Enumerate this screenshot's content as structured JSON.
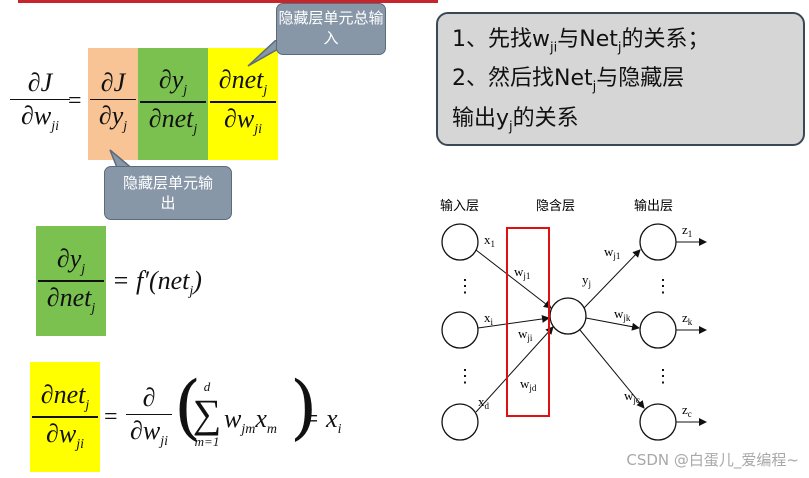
{
  "callouts": {
    "hidden_input": "隐藏层单元总输入",
    "hidden_output": "隐藏层单元输出"
  },
  "note": {
    "line1_pre": "1、先找w",
    "line1_sub1": "ji",
    "line1_mid": "与Net",
    "line1_sub2": "j",
    "line1_post": "的关系；",
    "line2_pre": "2、然后找Net",
    "line2_sub": "j",
    "line2_post": "与隐藏层",
    "line3_pre": "输出y",
    "line3_sub": "j",
    "line3_post": "的关系"
  },
  "eq1": {
    "lhs_num": "∂J",
    "lhs_den": "∂w",
    "lhs_den_sub": "ji",
    "f1_num": "∂J",
    "f1_den": "∂y",
    "f1_den_sub": "j",
    "f2_num": "∂y",
    "f2_num_sub": "j",
    "f2_den": "∂net",
    "f2_den_sub": "j",
    "f3_num": "∂net",
    "f3_num_sub": "j",
    "f3_den": "∂w",
    "f3_den_sub": "ji",
    "eq": "="
  },
  "eq2": {
    "num": "∂y",
    "num_sub": "j",
    "den": "∂net",
    "den_sub": "j",
    "rhs": "= f′(net",
    "rhs_sub": "j",
    "rhs_close": ")"
  },
  "eq3": {
    "num": "∂net",
    "num_sub": "j",
    "den": "∂w",
    "den_sub": "ji",
    "eq": "=",
    "d_num": "∂",
    "d_den": "∂w",
    "d_den_sub": "ji",
    "sum_top": "d",
    "sum_sym": "∑",
    "sum_bottom": "m=1",
    "term": "w",
    "term_sub": "jm",
    "term2": "x",
    "term2_sub": "m",
    "result": "= x",
    "result_sub": "i"
  },
  "network": {
    "input_label": "输入层",
    "hidden_label": "隐含层",
    "output_label": "输出层",
    "x1": "x",
    "x1_sub": "1",
    "xi": "x",
    "xi_sub": "i",
    "xd": "x",
    "xd_sub": "d",
    "wj1": "w",
    "wj1_sub": "j1",
    "wji": "w",
    "wji_sub": "ji",
    "wjd": "w",
    "wjd_sub": "jd",
    "yj": "y",
    "yj_sub": "j",
    "wjk1": "w",
    "wjk1_sub": "j1",
    "wjk": "w",
    "wjk_sub": "jk",
    "wjc": "w",
    "wjc_sub": "jc",
    "z1": "z",
    "z1_sub": "1",
    "zk": "z",
    "zk_sub": "k",
    "zc": "z",
    "zc_sub": "c",
    "dots": "⋮"
  },
  "colors": {
    "orange": "#f8c496",
    "green": "#7ac150",
    "yellow": "#ffff00",
    "red": "#e01010"
  },
  "watermark": "CSDN @白蛋儿_爱编程~"
}
